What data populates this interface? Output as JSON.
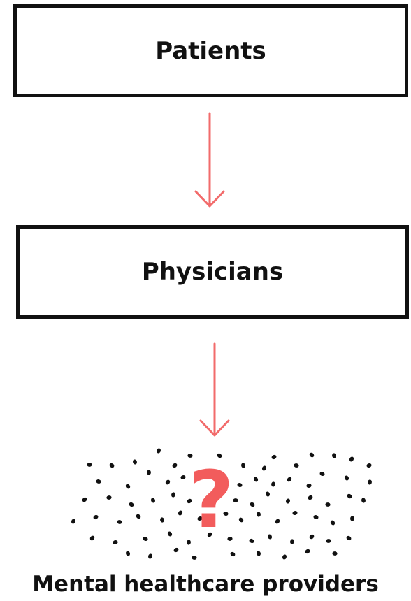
{
  "nodes": {
    "patients": "Patients",
    "physicians": "Physicians",
    "mental_health": "Mental healthcare providers"
  },
  "question_mark": "?",
  "colors": {
    "arrow": "#f26b6b",
    "question_mark": "#f25c5c",
    "border": "#111111"
  }
}
